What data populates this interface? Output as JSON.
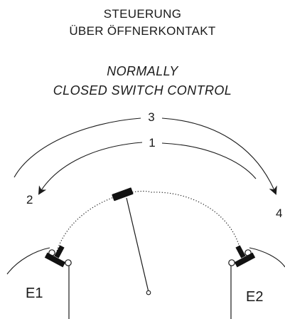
{
  "title_de": {
    "line1": "STEUERUNG",
    "line2": "ÜBER ÖFFNERKONTAKT"
  },
  "title_en": {
    "line1": "NORMALLY",
    "line2": "CLOSED SWITCH CONTROL"
  },
  "labels": {
    "arc_outer": "3",
    "arc_inner": "1",
    "left_position": "2",
    "right_position": "4",
    "switch_left": "E1",
    "switch_right": "E2"
  },
  "colors": {
    "ink": "#1a1a1a",
    "background": "#ffffff"
  }
}
